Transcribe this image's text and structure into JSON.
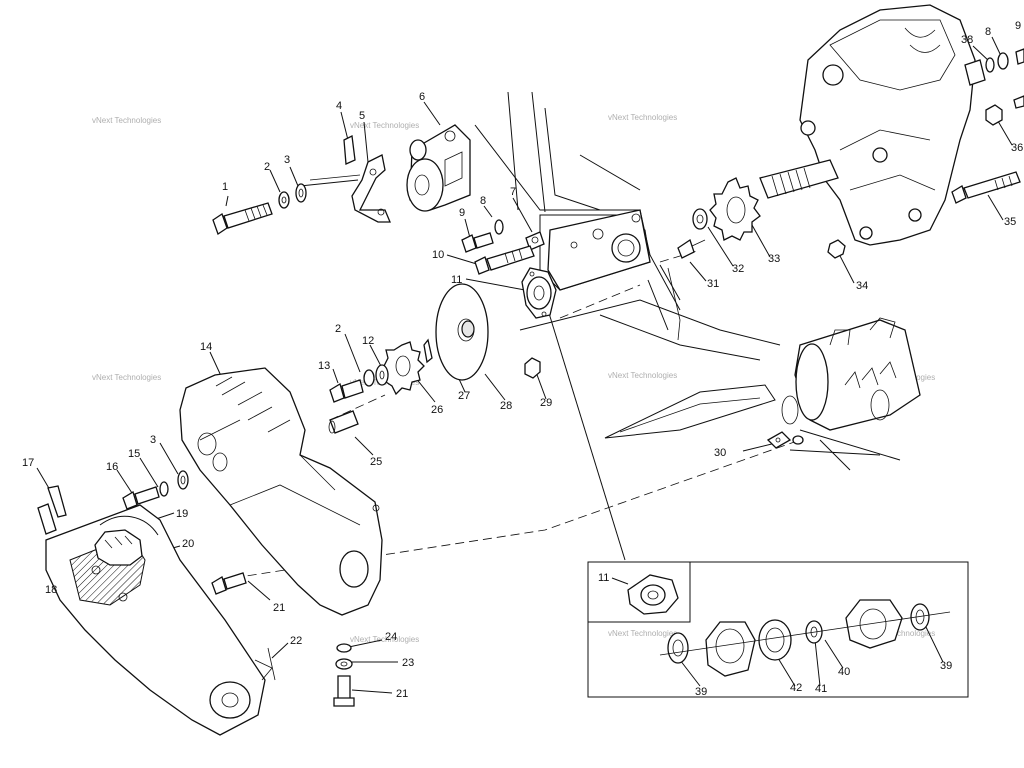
{
  "watermark": "vNext Technologies",
  "callouts": {
    "c1": "1",
    "c2a": "2",
    "c3a": "3",
    "c4": "4",
    "c5": "5",
    "c6": "6",
    "c7": "7",
    "c8a": "8",
    "c9a": "9",
    "c10": "10",
    "c11a": "11",
    "c2b": "2",
    "c12": "12",
    "c13": "13",
    "c14": "14",
    "c3b": "3",
    "c15": "15",
    "c16": "16",
    "c17": "17",
    "c18": "18",
    "c19": "19",
    "c20": "20",
    "c21a": "21",
    "c21b": "21",
    "c22": "22",
    "c23": "23",
    "c24": "24",
    "c25": "25",
    "c26": "26",
    "c27": "27",
    "c28": "28",
    "c29": "29",
    "c30": "30",
    "c31": "31",
    "c32": "32",
    "c33": "33",
    "c34": "34",
    "c35": "35",
    "c36": "36",
    "c38": "38",
    "c8b": "8",
    "c9b": "9",
    "c11b": "11",
    "c39a": "39",
    "c39b": "39",
    "c40": "40",
    "c41": "41",
    "c42": "42"
  }
}
